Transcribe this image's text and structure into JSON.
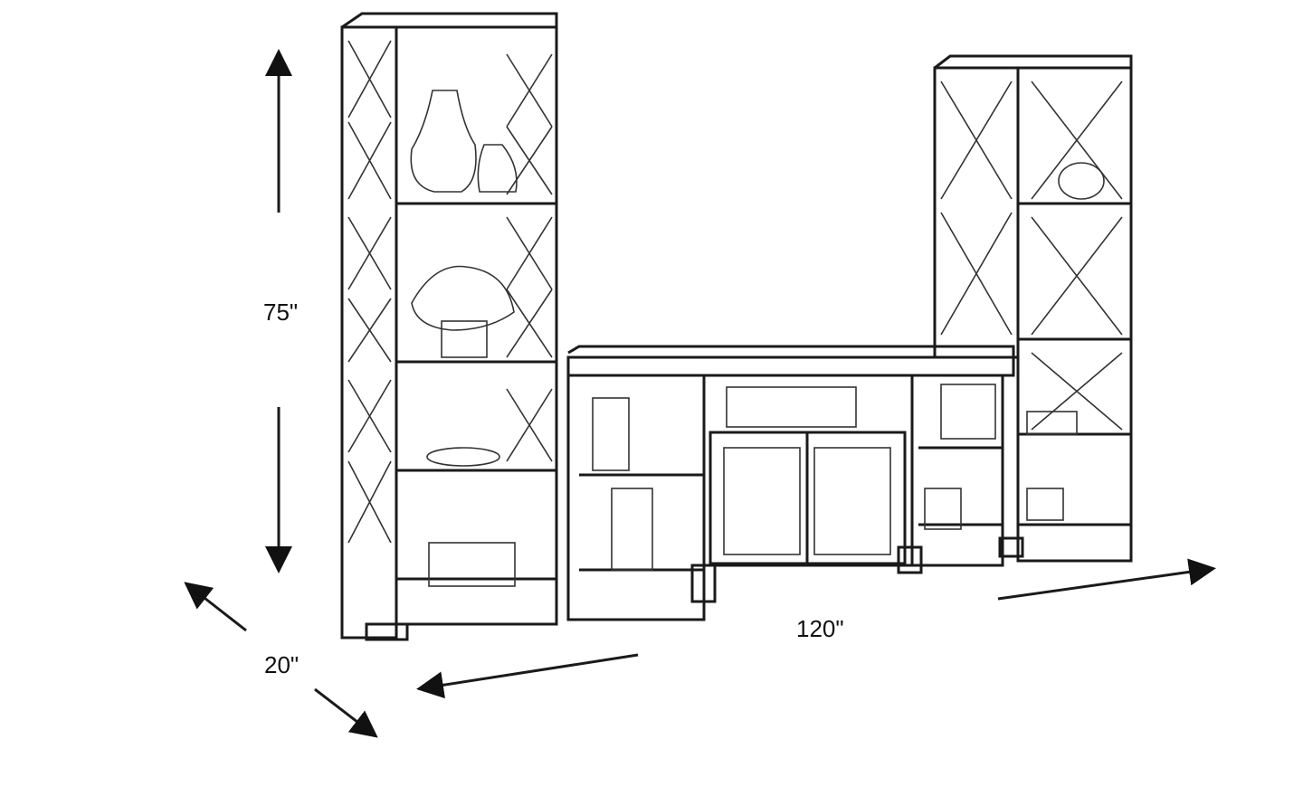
{
  "dimensions": {
    "height": "75\"",
    "depth": "20\"",
    "width": "120\""
  },
  "colors": {
    "line": "#1a1a1a",
    "background": "#ffffff"
  }
}
